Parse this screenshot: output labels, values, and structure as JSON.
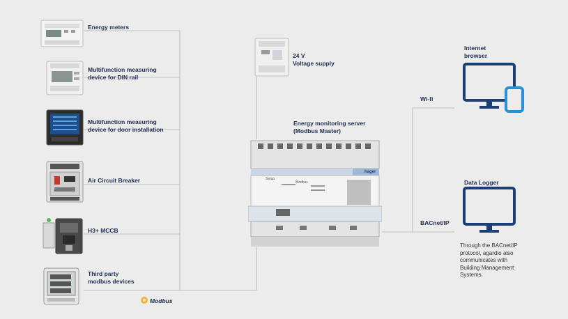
{
  "devices": [
    {
      "label": "Energy meters"
    },
    {
      "label": "Multifunction measuring\ndevice for DIN rail"
    },
    {
      "label": "Multifunction measuring\ndevice for door installation"
    },
    {
      "label": "Air Circuit Breaker"
    },
    {
      "label": "H3+ MCCB"
    },
    {
      "label": "Third party\nmodbus devices"
    }
  ],
  "modbus_logo": "Modbus",
  "power_supply": {
    "label": "24 V\nVoltage supply"
  },
  "server": {
    "label": "Energy monitoring server\n(Modbus Master)",
    "brand": "hager",
    "panel_text": "Setup",
    "panel_text2": "Modbus"
  },
  "internet": {
    "label": "Internet\nbrowser",
    "link": "Wi-fi"
  },
  "logger": {
    "label": "Data Logger",
    "link": "BACnet/IP",
    "description": "Through the BACnet/IP\nprotocol, agardio also\ncommunicates with\nBuilding Management\nSystems."
  },
  "colors": {
    "accent": "#1c3f73",
    "blue": "#2b8fd8",
    "line": "#c8c8c8",
    "text": "#1f2e52"
  }
}
